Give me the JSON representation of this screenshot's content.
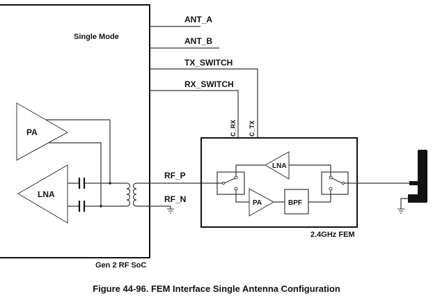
{
  "soc": {
    "label": "Gen 2 RF SoC",
    "mode": "Single Mode"
  },
  "signals": {
    "ant_a": "ANT_A",
    "ant_b": "ANT_B",
    "tx_switch": "TX_SWITCH",
    "rx_switch": "RX_SWITCH",
    "rf_p": "RF_P",
    "rf_n": "RF_N",
    "c_rx": "C_RX",
    "c_tx": "C_TX"
  },
  "soc_blocks": {
    "pa": "PA",
    "lna": "LNA"
  },
  "fem": {
    "label": "2.4GHz FEM",
    "lna": "LNA",
    "pa": "PA",
    "bpf": "BPF"
  },
  "caption": "Figure 44-96. FEM Interface Single Antenna Configuration"
}
